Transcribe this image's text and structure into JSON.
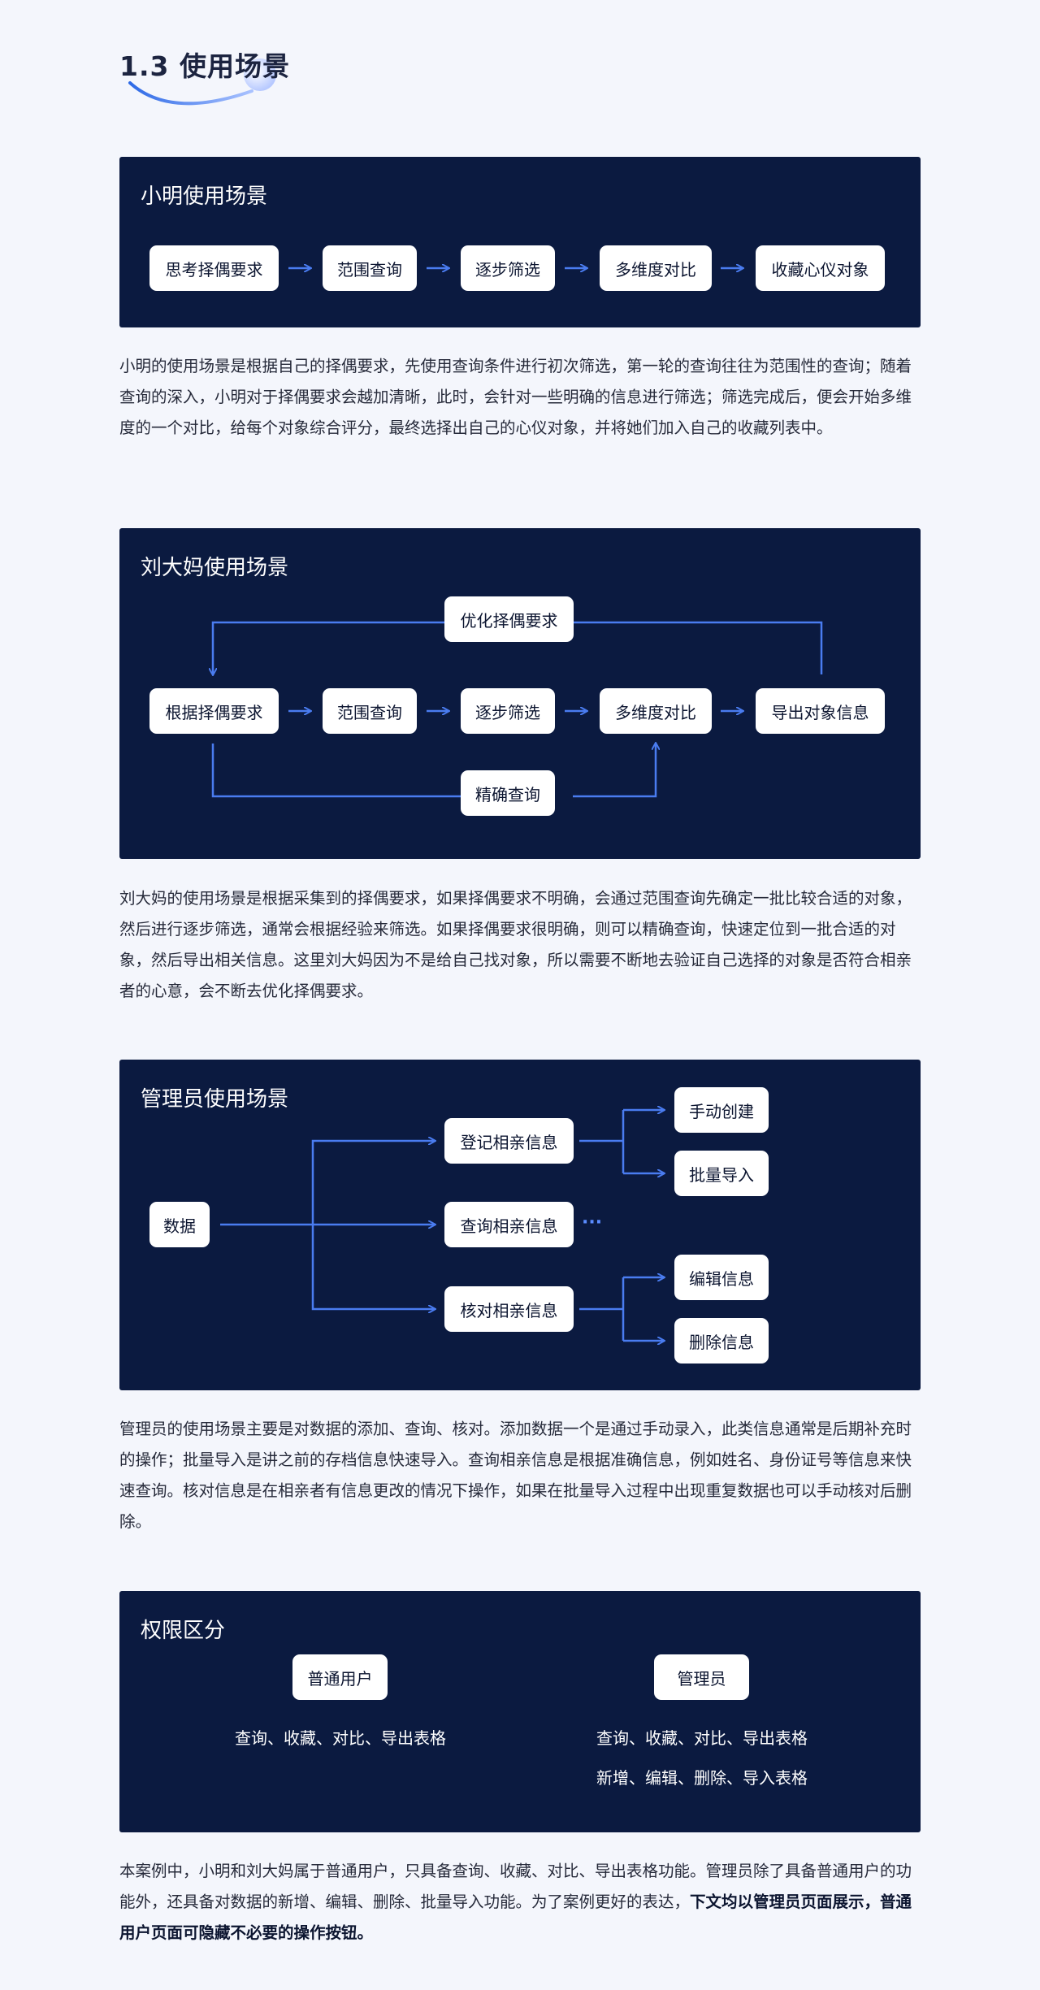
{
  "section": {
    "title": "1.3 使用场景"
  },
  "xiaoming": {
    "title": "小明使用场景",
    "nodes": [
      "思考择偶要求",
      "范围查询",
      "逐步筛选",
      "多维度对比",
      "收藏心仪对象"
    ],
    "description": "小明的使用场景是根据自己的择偶要求，先使用查询条件进行初次筛选，第一轮的查询往往为范围性的查询；随着查询的深入，小明对于择偶要求会越加清晰，此时，会针对一些明确的信息进行筛选；筛选完成后，便会开始多维度的一个对比，给每个对象综合评分，最终选择出自己的心仪对象，并将她们加入自己的收藏列表中。"
  },
  "liu": {
    "title": "刘大妈使用场景",
    "top_node": "优化择偶要求",
    "nodes": [
      "根据择偶要求",
      "范围查询",
      "逐步筛选",
      "多维度对比",
      "导出对象信息"
    ],
    "bottom_node": "精确查询",
    "description": "刘大妈的使用场景是根据采集到的择偶要求，如果择偶要求不明确，会通过范围查询先确定一批比较合适的对象，然后进行逐步筛选，通常会根据经验来筛选。如果择偶要求很明确，则可以精确查询，快速定位到一批合适的对象，然后导出相关信息。这里刘大妈因为不是给自己找对象，所以需要不断地去验证自己选择的对象是否符合相亲者的心意，会不断去优化择偶要求。"
  },
  "admin": {
    "title": "管理员使用场景",
    "root": "数据",
    "branches": [
      "登记相亲信息",
      "查询相亲信息",
      "核对相亲信息"
    ],
    "register_children": [
      "手动创建",
      "批量导入"
    ],
    "verify_children": [
      "编辑信息",
      "删除信息"
    ],
    "ellipsis": "···",
    "description": "管理员的使用场景主要是对数据的添加、查询、核对。添加数据一个是通过手动录入，此类信息通常是后期补充时的操作；批量导入是讲之前的存档信息快速导入。查询相亲信息是根据准确信息，例如姓名、身份证号等信息来快速查询。核对信息是在相亲者有信息更改的情况下操作，如果在批量导入过程中出现重复数据也可以手动核对后删除。"
  },
  "permission": {
    "title": "权限区分",
    "user_label": "普通用户",
    "user_perms": "查询、收藏、对比、导出表格",
    "admin_label": "管理员",
    "admin_perms_1": "查询、收藏、对比、导出表格",
    "admin_perms_2": "新增、编辑、删除、导入表格",
    "description_plain": "本案例中，小明和刘大妈属于普通用户，只具备查询、收藏、对比、导出表格功能。管理员除了具备普通用户的功能外，还具备对数据的新增、编辑、删除、批量导入功能。为了案例更好的表达，",
    "description_bold": "下文均以管理员页面展示，普通用户页面可隐藏不必要的操作按钮。"
  },
  "colors": {
    "panel": "#0b1a40",
    "accent": "#4a7cf0",
    "page": "#f4f6fc"
  }
}
